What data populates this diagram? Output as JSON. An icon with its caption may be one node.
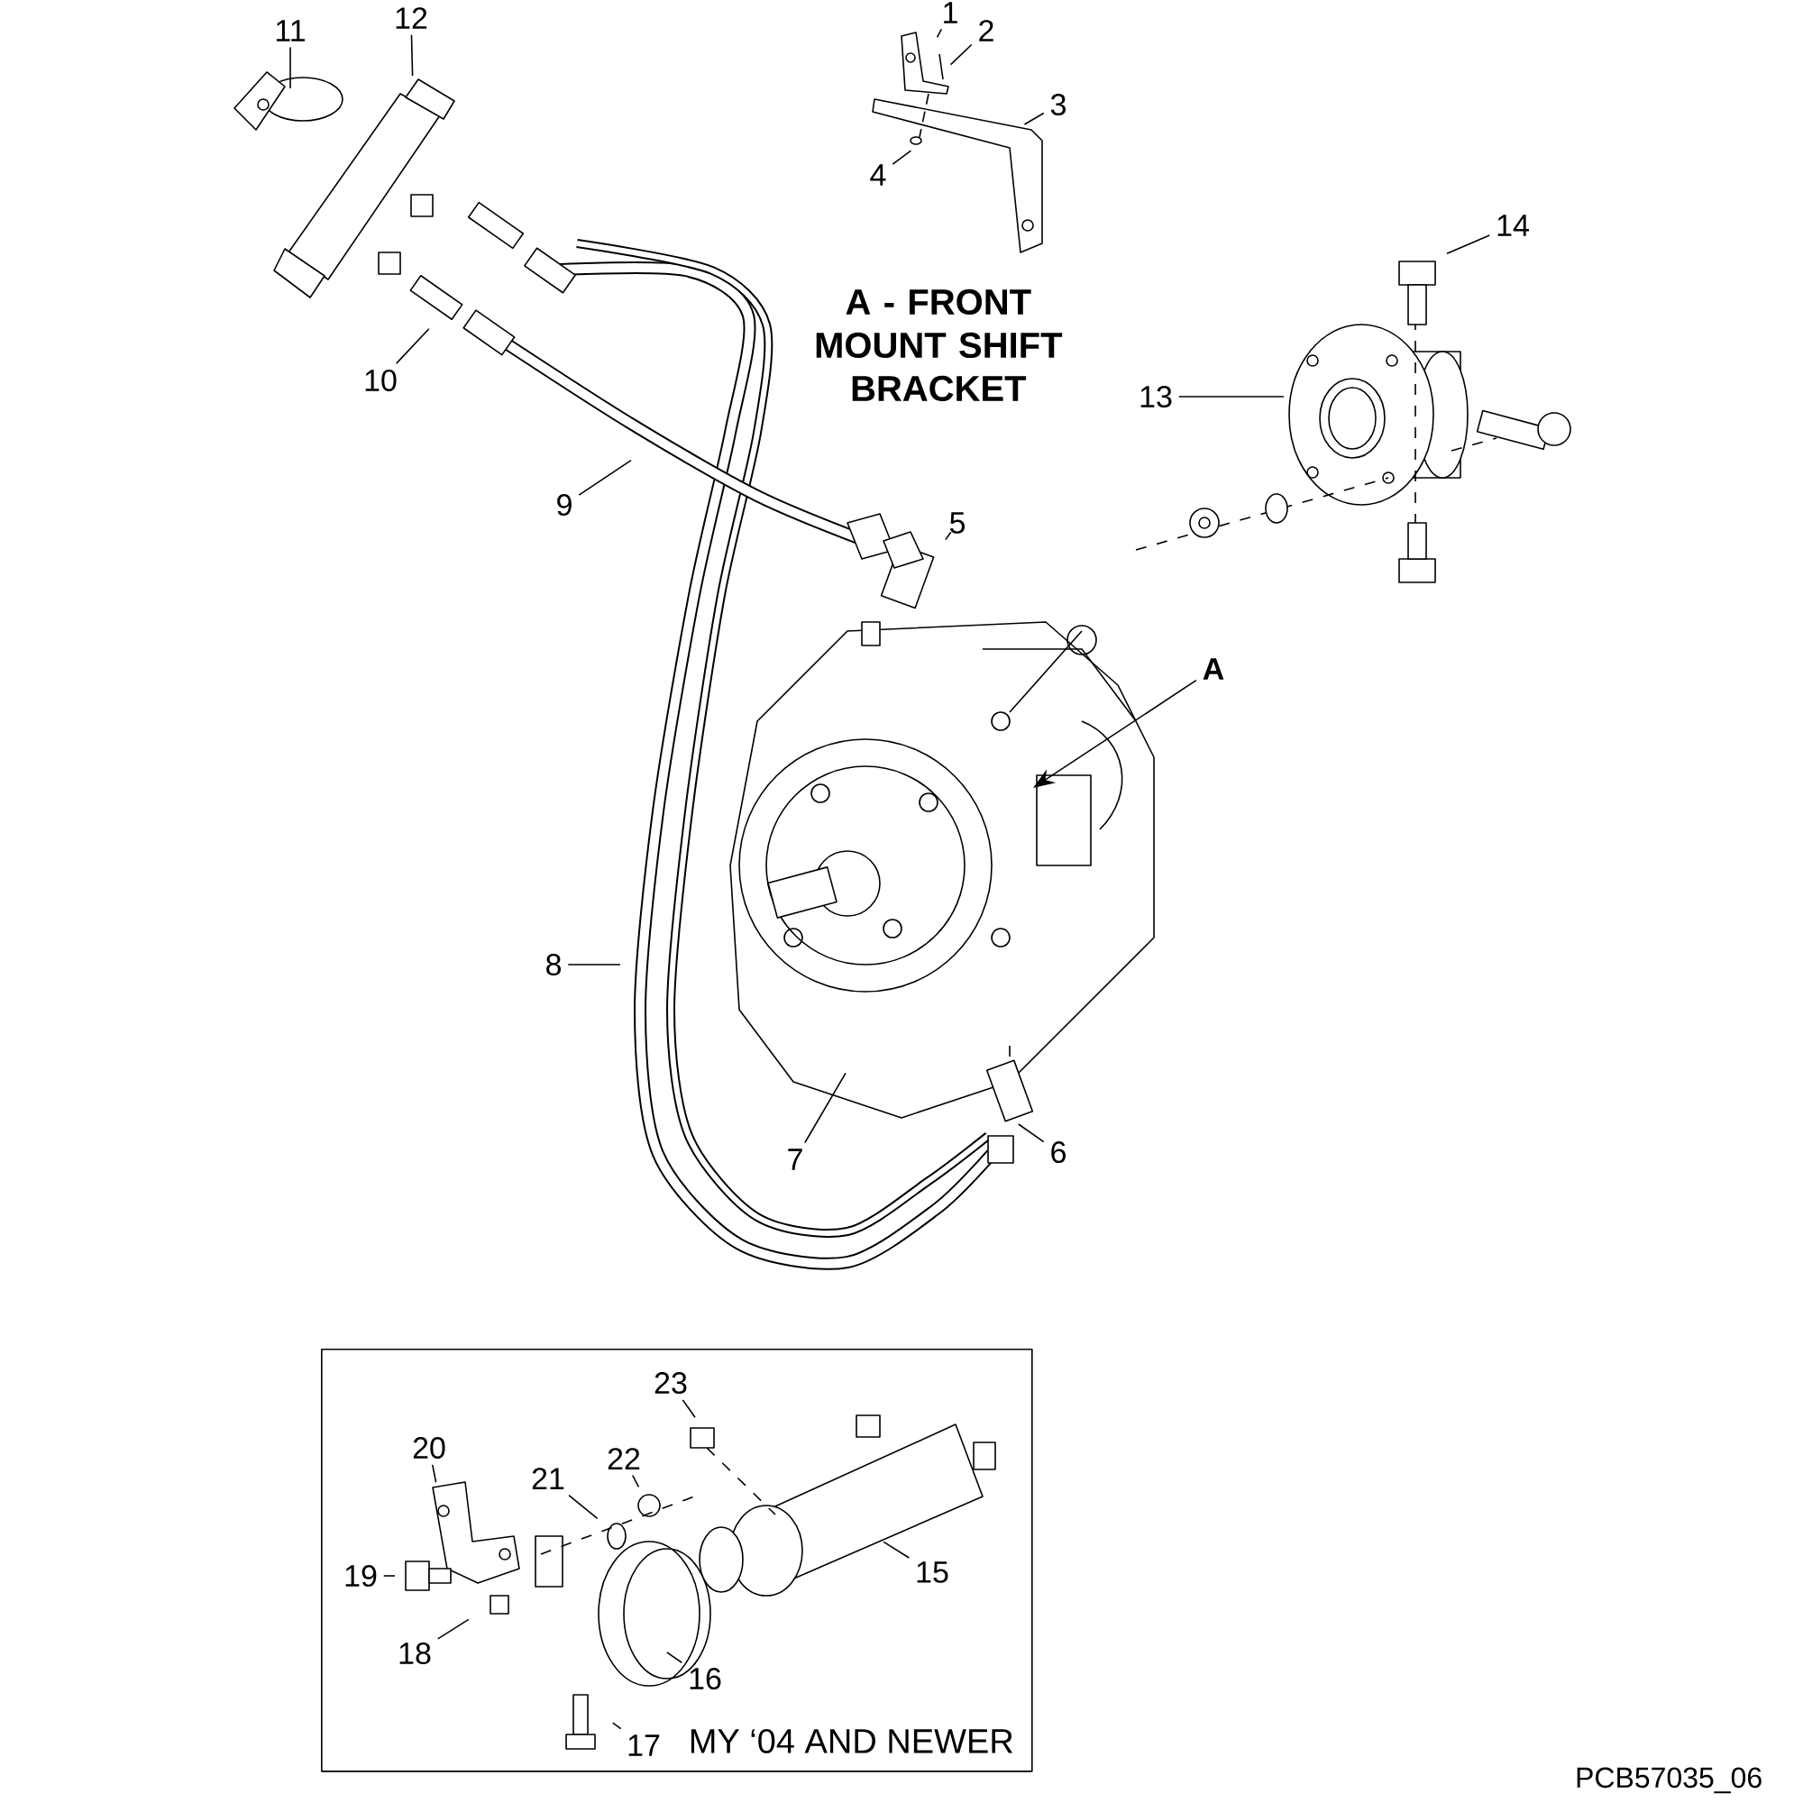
{
  "diagram": {
    "nodes": [
      {
        "text": [
          "1"
        ]
      },
      {
        "text": [
          "2"
        ]
      },
      {
        "text": [
          "3"
        ]
      },
      {
        "text": [
          "4"
        ]
      },
      {
        "text": [
          "5"
        ]
      },
      {
        "text": [
          "6"
        ]
      },
      {
        "text": [
          "7"
        ]
      },
      {
        "text": [
          "8"
        ]
      },
      {
        "text": [
          "9"
        ]
      },
      {
        "text": [
          "10"
        ]
      },
      {
        "text": [
          "11"
        ]
      },
      {
        "text": [
          "12"
        ]
      },
      {
        "text": [
          "13"
        ]
      },
      {
        "text": [
          "14"
        ]
      },
      {
        "text": [
          "A"
        ]
      },
      {
        "text": [
          "MY ‘04 AND NEWER"
        ]
      },
      {
        "text": [
          "15"
        ],
        "in": 15
      },
      {
        "text": [
          "16"
        ],
        "in": 15
      },
      {
        "text": [
          "17"
        ],
        "in": 15
      },
      {
        "text": [
          "18"
        ],
        "in": 15
      },
      {
        "text": [
          "19"
        ],
        "in": 15
      },
      {
        "text": [
          "20"
        ],
        "in": 15
      },
      {
        "text": [
          "21"
        ],
        "in": 15
      },
      {
        "text": [
          "22"
        ],
        "in": 15
      },
      {
        "text": [
          "23"
        ],
        "in": 15
      }
    ],
    "edges": [
      {
        "from": 0,
        "to": null,
        "arrow": "none"
      },
      {
        "from": 1,
        "to": null,
        "arrow": "none"
      },
      {
        "from": 2,
        "to": null,
        "arrow": "none"
      },
      {
        "from": 3,
        "to": null,
        "arrow": "none"
      },
      {
        "from": 4,
        "to": null,
        "arrow": "none"
      },
      {
        "from": 5,
        "to": null,
        "arrow": "none"
      },
      {
        "from": 6,
        "to": null,
        "arrow": "none"
      },
      {
        "from": 7,
        "to": null,
        "arrow": "none"
      },
      {
        "from": 8,
        "to": null,
        "arrow": "none"
      },
      {
        "from": 9,
        "to": null,
        "arrow": "none"
      },
      {
        "from": 10,
        "to": null,
        "arrow": "none"
      },
      {
        "from": 11,
        "to": null,
        "arrow": "none"
      },
      {
        "from": 12,
        "to": null,
        "arrow": "none"
      },
      {
        "from": 13,
        "to": null,
        "arrow": "none"
      },
      {
        "from": 14,
        "to": null,
        "arrow": "to"
      },
      {
        "from": 16,
        "to": null,
        "arrow": "none"
      },
      {
        "from": 17,
        "to": null,
        "arrow": "none"
      },
      {
        "from": 18,
        "to": null,
        "arrow": "none"
      },
      {
        "from": 19,
        "to": null,
        "arrow": "none"
      },
      {
        "from": 20,
        "to": null,
        "arrow": "none"
      },
      {
        "from": 21,
        "to": null,
        "arrow": "none"
      },
      {
        "from": 22,
        "to": null,
        "arrow": "none"
      },
      {
        "from": 23,
        "to": null,
        "arrow": "none"
      },
      {
        "from": 24,
        "to": null,
        "arrow": "none"
      }
    ],
    "labels": [
      "A - FRONT MOUNT SHIFT BRACKET",
      "PCB57035_06"
    ]
  }
}
